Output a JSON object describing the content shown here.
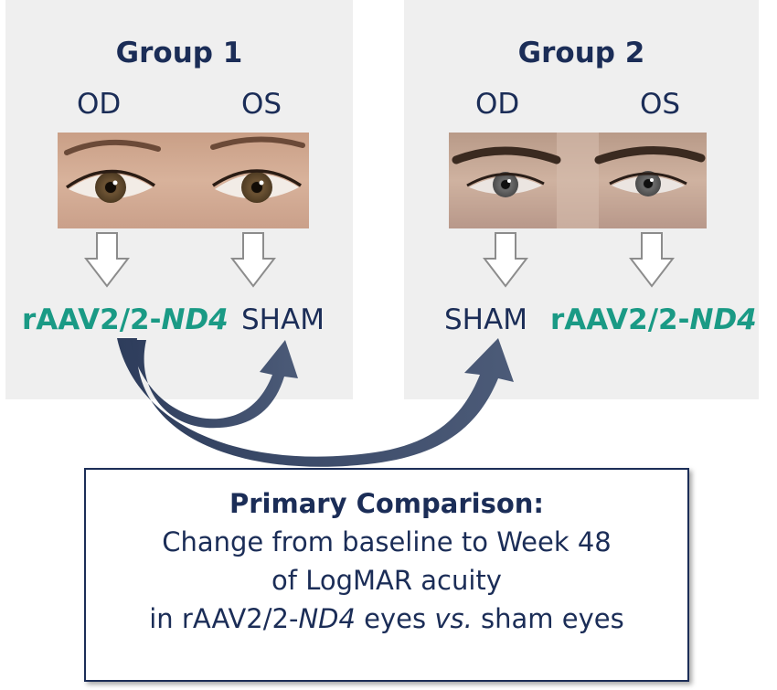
{
  "groups": [
    {
      "title": "Group 1",
      "od_label": "OD",
      "os_label": "OS",
      "od_treatment_prefix": "rAAV2/2-",
      "od_treatment_gene": "ND4",
      "os_treatment": "SHAM"
    },
    {
      "title": "Group 2",
      "od_label": "OD",
      "os_label": "OS",
      "od_treatment": "SHAM",
      "os_treatment_prefix": "rAAV2/2-",
      "os_treatment_gene": "ND4"
    }
  ],
  "comparison": {
    "title": "Primary Comparison:",
    "line1": "Change from baseline to Week 48",
    "line2": "of LogMAR acuity",
    "line3_prefix": "in rAAV2/2-",
    "line3_gene": "ND4",
    "line3_middle": " eyes ",
    "line3_vs": "vs.",
    "line3_suffix": " sham eyes"
  },
  "colors": {
    "navy": "#1b2d57",
    "teal": "#1a9a85",
    "panel": "#efefef"
  },
  "icons": [
    "eye-photo-female",
    "eye-photo-male",
    "down-arrow-icon",
    "curved-arrow-icon"
  ]
}
